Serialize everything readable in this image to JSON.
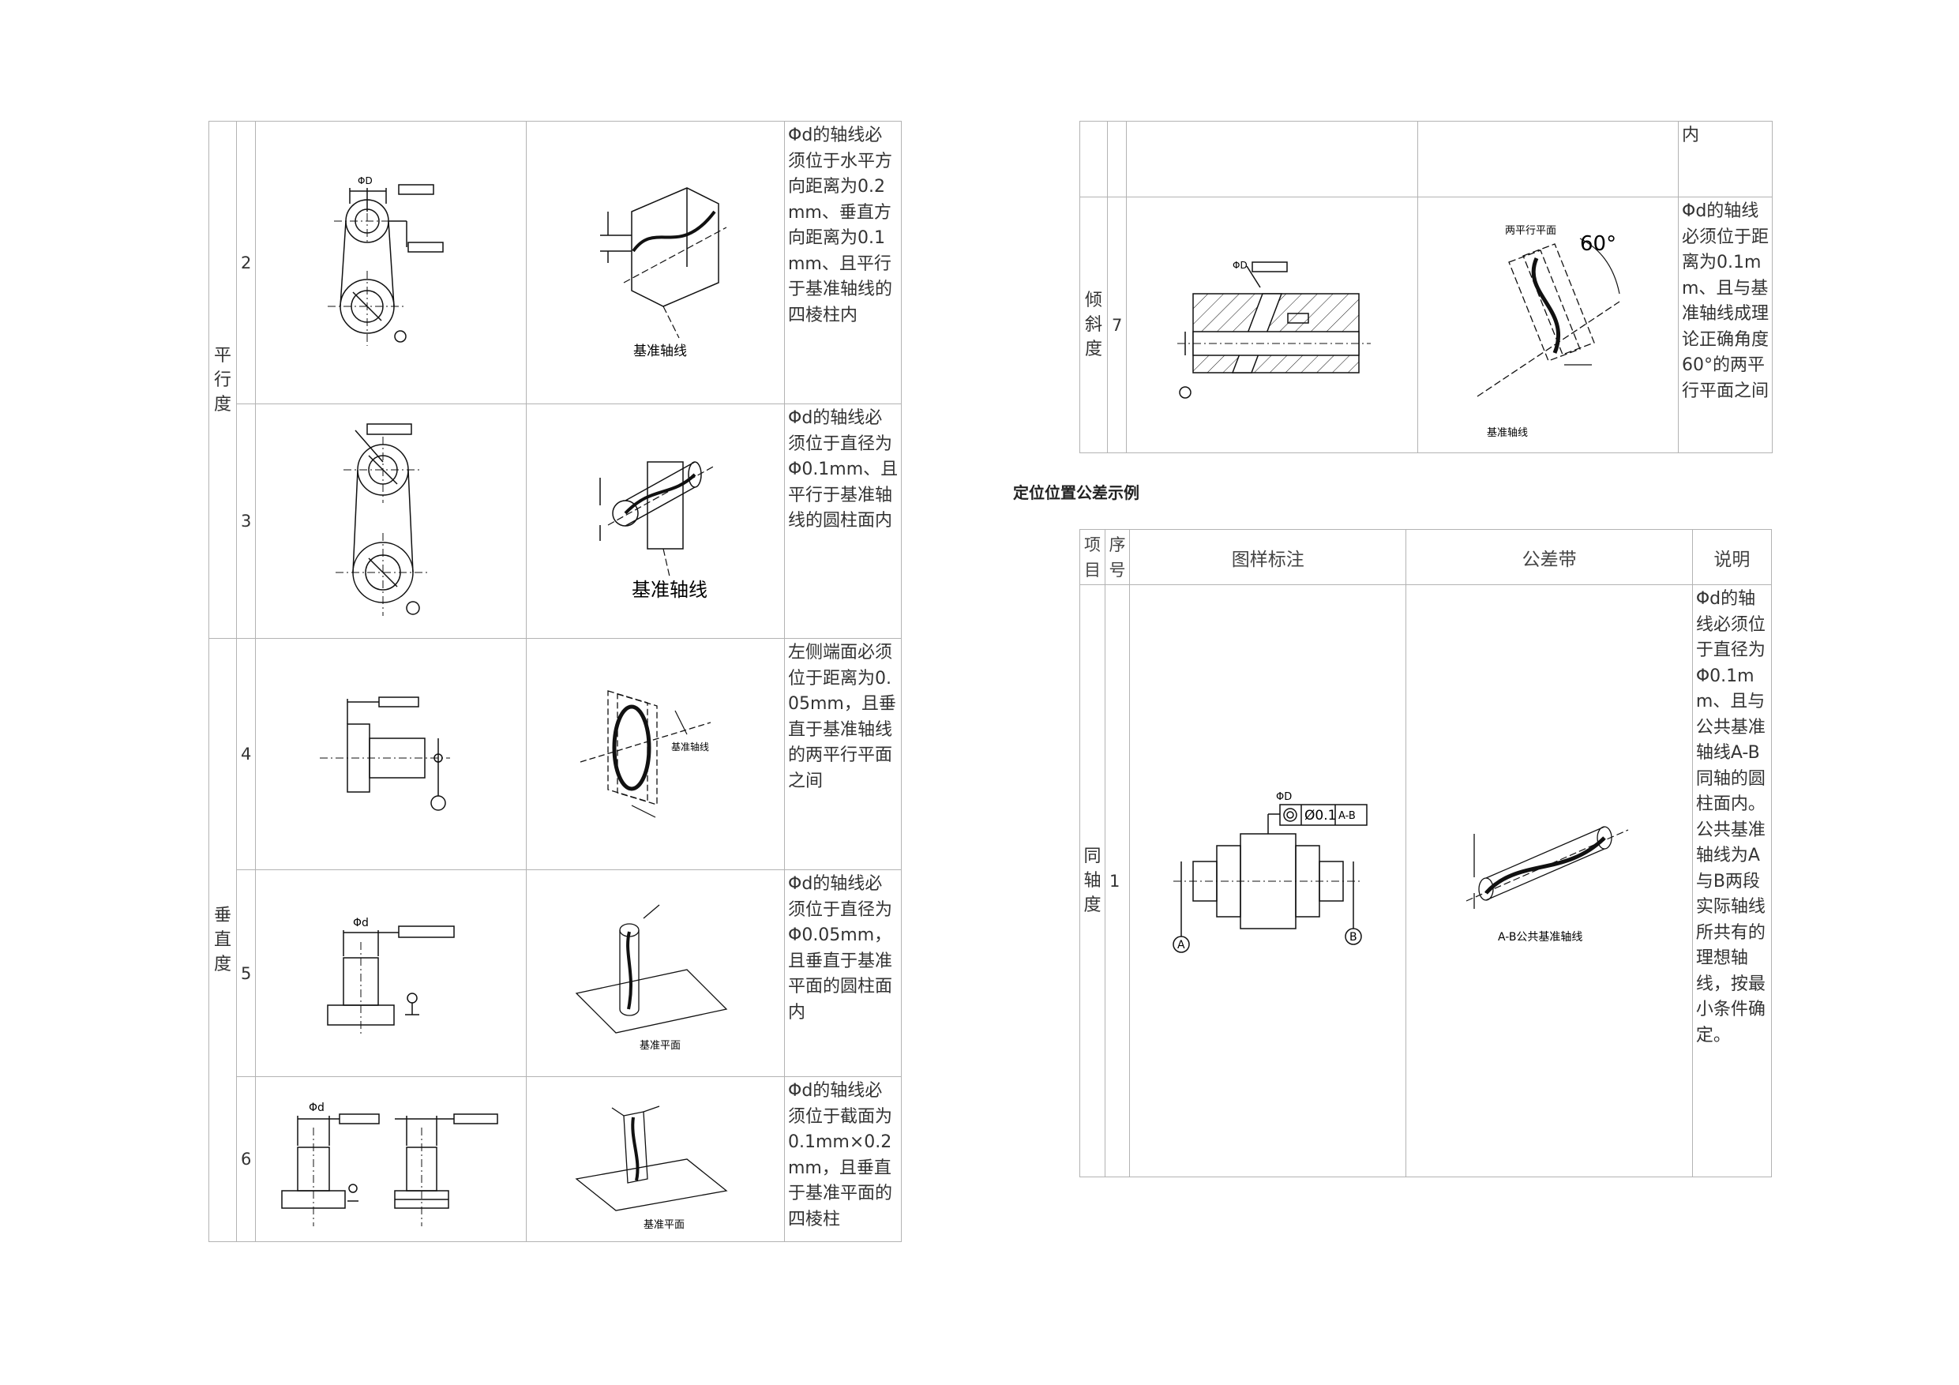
{
  "left_table": {
    "groups": [
      {
        "category": "平行度",
        "rows": [
          {
            "num": "2",
            "tolerance_label": "基准轴线",
            "description": "Φd的轴线必须位于水平方向距离为0.2mm、垂直方向距离为0.1mm、且平行于基准轴线的四棱柱内"
          },
          {
            "num": "3",
            "tolerance_label": "基准轴线",
            "description": "Φd的轴线必须位于直径为Φ0.1mm、且平行于基准轴线的圆柱面内"
          }
        ]
      },
      {
        "category": "垂直度",
        "rows": [
          {
            "num": "4",
            "tolerance_label": "基准轴线",
            "description": "左侧端面必须位于距离为0.05mm，且垂直于基准轴线的两平行平面之间"
          },
          {
            "num": "5",
            "tolerance_label": "基准平面",
            "description": "Φd的轴线必须位于直径为Φ0.05mm，且垂直于基准平面的圆柱面内"
          },
          {
            "num": "6",
            "tolerance_label": "基准平面",
            "description": "Φd的轴线必须位于截面为0.1mm×0.2mm，且垂直于基准平面的四棱柱"
          }
        ]
      }
    ]
  },
  "right_top_table": {
    "continuation": "内",
    "category": "倾斜度",
    "num": "7",
    "top_label": "两平行平面",
    "tolerance_label": "基准轴线",
    "description": "Φd的轴线必须位于距离为0.1mm、且与基准轴线成理论正确角度60°的两平行平面之间"
  },
  "section_title": "定位位置公差示例",
  "bottom_table": {
    "headers": {
      "item": "项目",
      "num": "序号",
      "drawing": "图样标注",
      "zone": "公差带",
      "desc": "说明"
    },
    "row": {
      "category": "同轴度",
      "num": "1",
      "callout": {
        "diameter": "ΦD",
        "value": "Ø0.1",
        "datum": "A-B"
      },
      "datums": [
        "A",
        "B"
      ],
      "tolerance_label": "A-B公共基准轴线",
      "description": "Φd的轴线必须位于直径为Φ0.1mm、且与公共基准轴线A-B同轴的圆柱面内。公共基准轴线为A与B两段实际轴线所共有的理想轴线，按最小条件确定。"
    }
  }
}
